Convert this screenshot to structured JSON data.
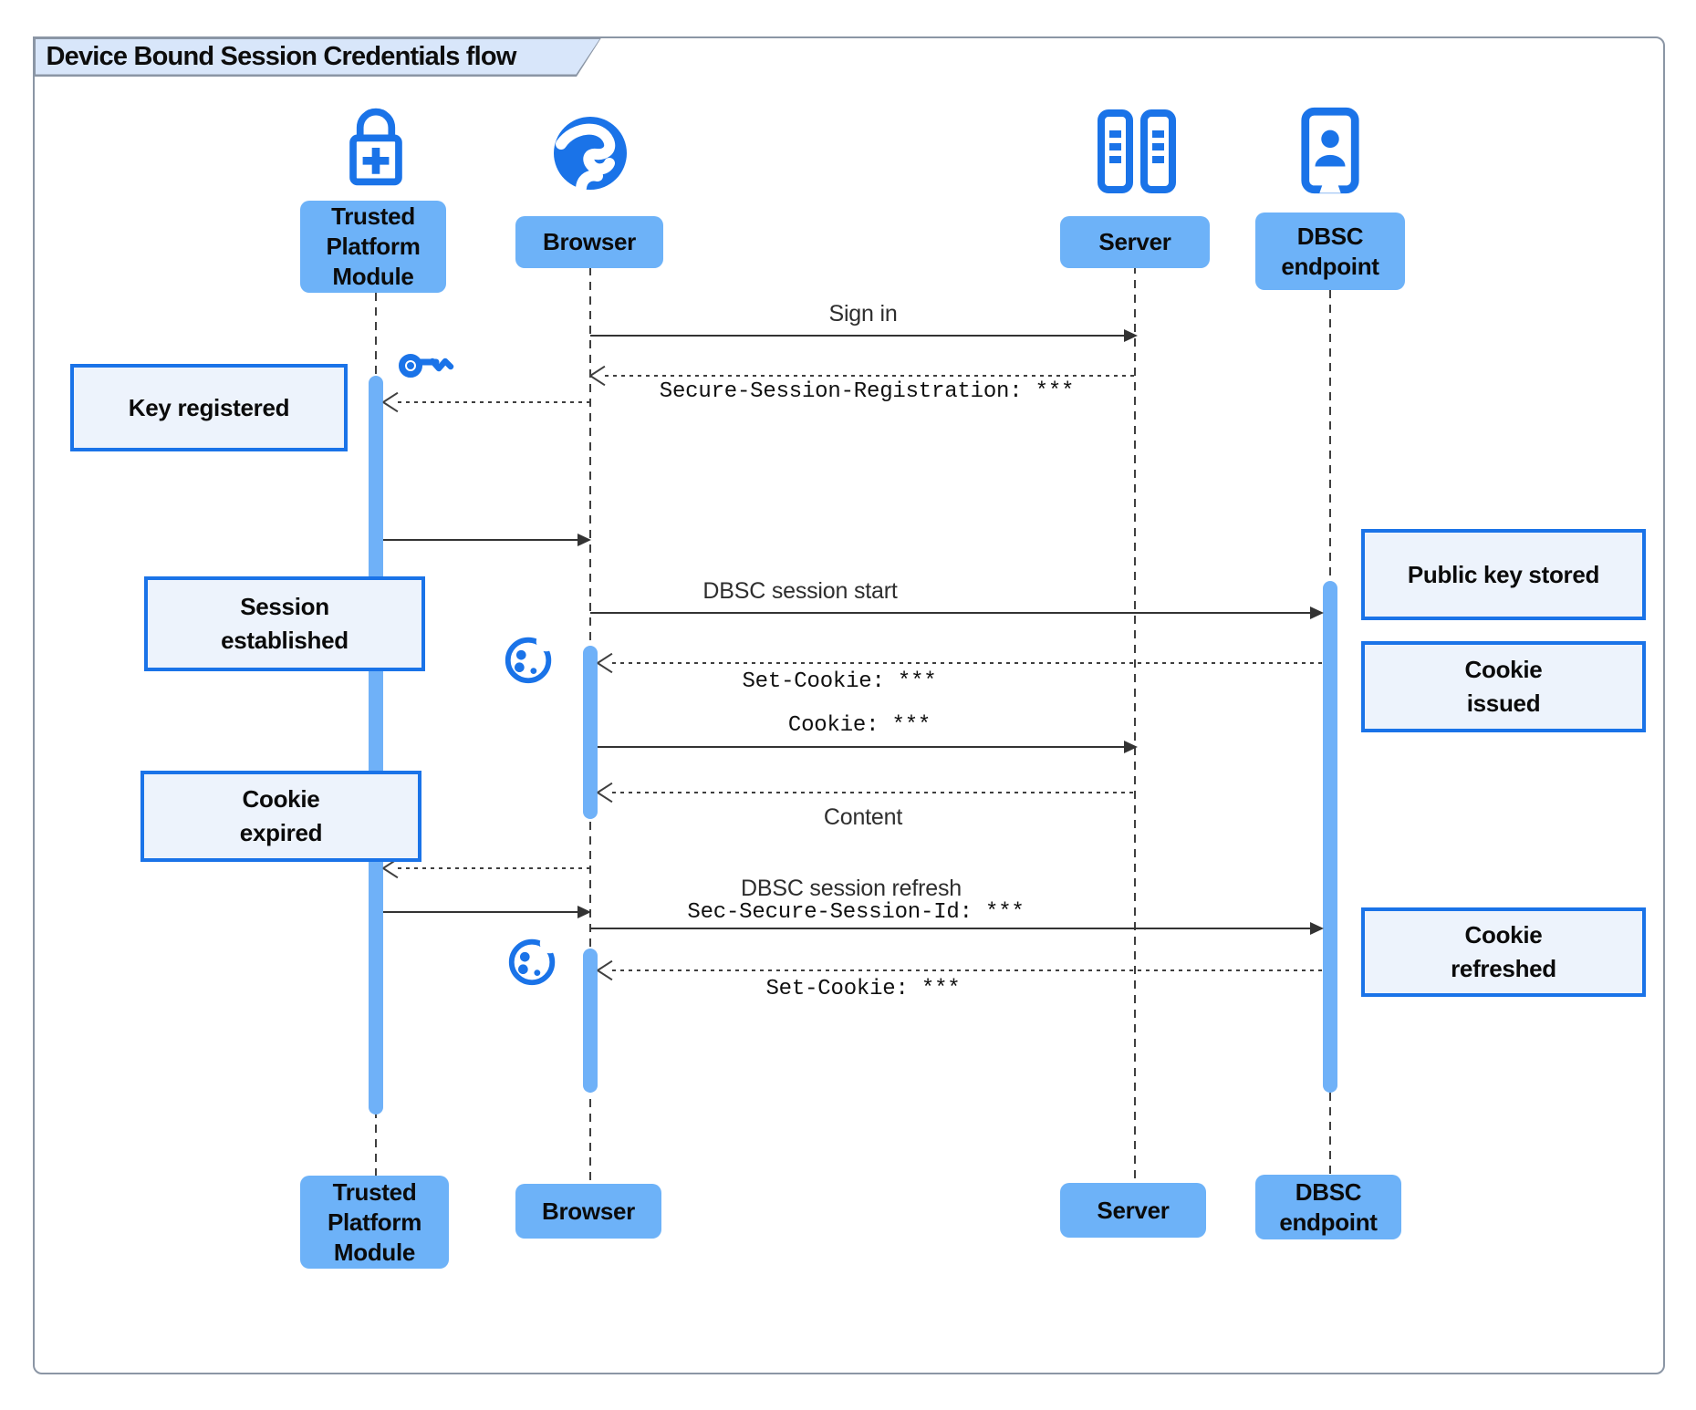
{
  "title": "Device Bound Session Credentials flow",
  "colors": {
    "accent": "#1a73e8",
    "actor_fill": "#6db2f8",
    "activation_fill": "#6fb1f8",
    "note_fill": "#edf3fc",
    "note_border": "#1a73e8",
    "title_fill": "#d8e6fa",
    "frame_border": "#8b96a5",
    "line": "#3c3c3c"
  },
  "actors": [
    {
      "id": "tpm",
      "label": "Trusted\nPlatform\nModule",
      "icon": "lock-plus-icon"
    },
    {
      "id": "browser",
      "label": "Browser",
      "icon": "globe-icon"
    },
    {
      "id": "server",
      "label": "Server",
      "icon": "server-rack-icon"
    },
    {
      "id": "dbsc",
      "label": "DBSC\nendpoint",
      "icon": "id-badge-icon"
    }
  ],
  "messages": [
    {
      "text": "Sign in",
      "from": "Browser",
      "to": "Server",
      "style": "solid",
      "font": "sans"
    },
    {
      "text": "Secure-Session-Registration: ***",
      "from": "Server",
      "to": "Browser",
      "style": "dashed",
      "font": "mono"
    },
    {
      "text": "",
      "from": "Browser",
      "to": "Trusted Platform Module",
      "style": "dashed"
    },
    {
      "text": "",
      "from": "Trusted Platform Module",
      "to": "Browser",
      "style": "solid"
    },
    {
      "text": "DBSC session start",
      "from": "Browser",
      "to": "DBSC endpoint",
      "style": "solid",
      "font": "sans"
    },
    {
      "text": "Set-Cookie: ***",
      "from": "DBSC endpoint",
      "to": "Browser",
      "style": "dashed",
      "font": "mono"
    },
    {
      "text": "Cookie: ***",
      "from": "Browser",
      "to": "Server",
      "style": "solid",
      "font": "mono"
    },
    {
      "text": "Content",
      "from": "Server",
      "to": "Browser",
      "style": "dashed",
      "font": "sans"
    },
    {
      "text": "",
      "from": "Browser",
      "to": "Trusted Platform Module",
      "style": "dashed"
    },
    {
      "text": "",
      "from": "Trusted Platform Module",
      "to": "Browser",
      "style": "solid"
    },
    {
      "line1": "DBSC session refresh",
      "line2": "Sec-Secure-Session-Id: ***",
      "from": "Browser",
      "to": "DBSC endpoint",
      "style": "solid"
    },
    {
      "text": "Set-Cookie: ***",
      "from": "DBSC endpoint",
      "to": "Browser",
      "style": "dashed",
      "font": "mono"
    }
  ],
  "notes": [
    {
      "text": "Key registered",
      "side": "left"
    },
    {
      "text": "Session\nestablished",
      "side": "left"
    },
    {
      "text": "Cookie\nexpired",
      "side": "left"
    },
    {
      "text": "Public key stored",
      "side": "right"
    },
    {
      "text": "Cookie\nissued",
      "side": "right"
    },
    {
      "text": "Cookie\nrefreshed",
      "side": "right"
    }
  ],
  "decorations": [
    {
      "icon": "key-icon",
      "near": "Trusted Platform Module"
    },
    {
      "icon": "cookie-icon",
      "near": "Browser"
    },
    {
      "icon": "cookie-icon",
      "near": "Browser"
    }
  ]
}
